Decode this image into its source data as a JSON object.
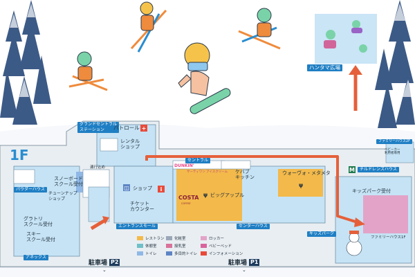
{
  "floor": "1F",
  "plaza": "ハンタマ広場",
  "areas": {
    "grand_central": "グランドセントラル\nステーション",
    "patrol": "パトロール",
    "rental": "レンタル\nショップ",
    "passage": "連行込め",
    "central": "セントラル",
    "kebab": "ケバブ\nキッチン",
    "bigapple": "ビッグアップル",
    "woovo": "ウォーヴォ・メタメタ",
    "shop": "ショップ",
    "ticket": "チケット\nカウンター",
    "entrance": "エントランスモール",
    "center_house": "センターハウス",
    "snowboard_school": "スノーボード\nスクール受付",
    "tune": "チューンナップ\nショップ",
    "powder": "パウダーハウス",
    "gr_school": "グラトリ\nスクール受付",
    "ski_school": "スキー\nスクール受付",
    "annex": "アネックス",
    "family2f": "ファミリーハウス2F",
    "kids_park_reception": "キッズパーク受付",
    "children_house": "チルドレンズハウス",
    "kids_park": "キッズパーク",
    "family_house": "ファミリーハウス1F",
    "stroller": "ベビーカー\n利用者専用",
    "costa": "COSTA",
    "costa_sub": "COFFEE",
    "dunkin": "DUNKIN'",
    "baskin": "サーティワン アイスクリーム"
  },
  "parking": [
    {
      "label": "駐車場",
      "code": "P2"
    },
    {
      "label": "駐車場",
      "code": "P1"
    }
  ],
  "legend": [
    {
      "label": "レストラン",
      "color": "#f3b94a"
    },
    {
      "label": "休憩室",
      "color": "#6fc0c8"
    },
    {
      "label": "トイレ",
      "color": "#8fb8e6"
    },
    {
      "label": "化粧室",
      "color": "#9aa7b8"
    },
    {
      "label": "授乳室",
      "color": "#d9739a"
    },
    {
      "label": "多目的トイレ",
      "color": "#5d85c4"
    },
    {
      "label": "ロッカー",
      "color": "#e3a3c8"
    },
    {
      "label": "ベビーベッド",
      "color": "#d8649c"
    },
    {
      "label": "インフォメーション",
      "color": "#e84a3a"
    }
  ],
  "colors": {
    "route": "#e5603a",
    "building": "#c6e3f5",
    "restaurant": "#f3b94a",
    "label_blue": "#1f7fc4"
  }
}
